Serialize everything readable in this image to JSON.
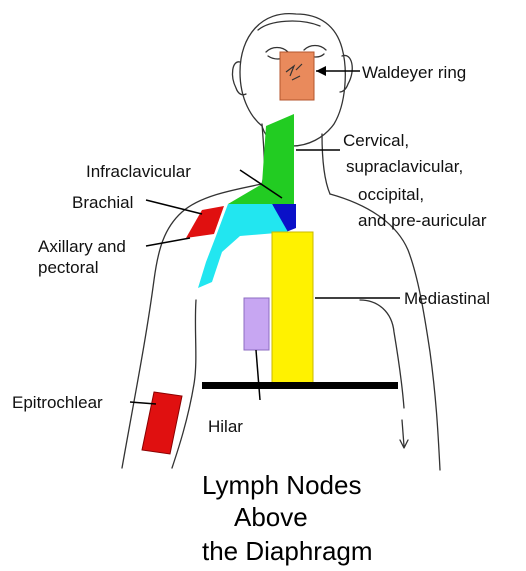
{
  "labels": {
    "waldeyer": "Waldeyer ring",
    "cervical_1": "Cervical,",
    "cervical_2": "supraclavicular,",
    "cervical_3": "occipital,",
    "cervical_4": "and pre-auricular",
    "infraclavicular": "Infraclavicular",
    "brachial": "Brachial",
    "axillary_1": "Axillary and",
    "axillary_2": "pectoral",
    "mediastinal": "Mediastinal",
    "epitrochlear": "Epitrochlear",
    "hilar": "Hilar"
  },
  "title": {
    "line1": "Lymph Nodes",
    "line2": "Above",
    "line3": "the Diaphragm"
  },
  "colors": {
    "waldeyer": "#E98A5C",
    "cervical": "#22CC22",
    "infraclavicular": "#0A10C8",
    "axillary": "#22E6F0",
    "brachial": "#E01010",
    "mediastinal": "#FFF200",
    "hilar": "#C7A6F2",
    "epitrochlear": "#E01010",
    "diaphragm": "#000000"
  }
}
